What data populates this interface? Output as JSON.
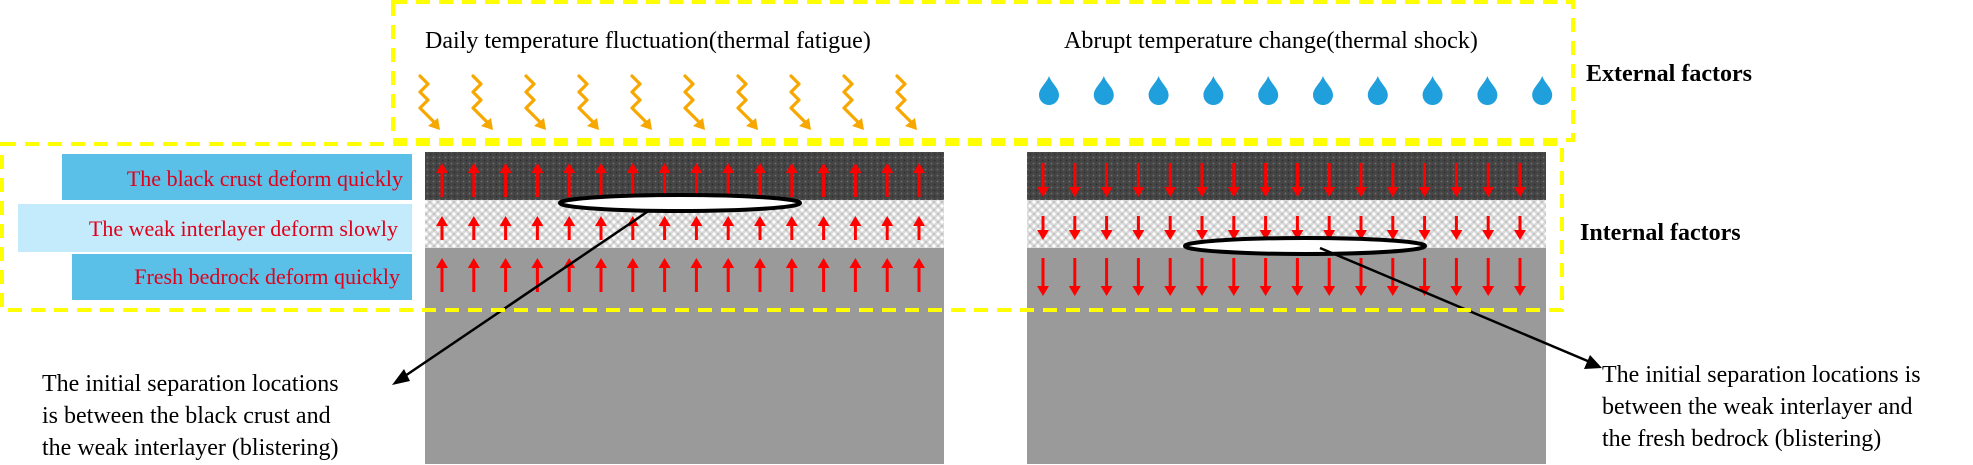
{
  "labels": {
    "fatigue_title": "Daily temperature fluctuation(thermal fatigue)",
    "shock_title": "Abrupt temperature change(thermal shock)",
    "external": "External factors",
    "internal": "Internal factors"
  },
  "layers": {
    "crust": "The black crust deform quickly",
    "interlayer": "The weak interlayer deform slowly",
    "bedrock": "Fresh bedrock deform quickly"
  },
  "annotations": {
    "left": [
      "The initial separation locations",
      "is between the black crust and",
      "the weak interlayer (blistering)"
    ],
    "right": [
      "The initial separation locations is",
      "between the weak interlayer and",
      "the fresh bedrock (blistering)"
    ]
  },
  "colors": {
    "arrow": "#ff0000",
    "label_text": "#e0001a",
    "dashed_box": "#ffff00",
    "heat_symbol": "#f7a800",
    "water_drop": "#1fa0dc",
    "crust": "#4a4a4a",
    "bedrock": "#9a9a9a",
    "label_bg_dark": "#5bc0e8",
    "label_bg_light": "#c4ebfb"
  },
  "icons": {
    "heat": "heat-wave-icon",
    "drop": "water-drop-icon"
  }
}
